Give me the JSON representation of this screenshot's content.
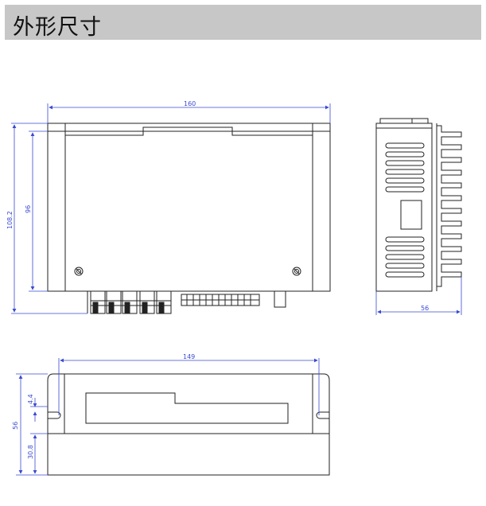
{
  "header": {
    "title": "外形尺寸"
  },
  "dimensions": {
    "front_width": "160",
    "front_height_total": "108.2",
    "front_height_body": "96",
    "side_depth": "56",
    "bottom_hole_spacing": "149",
    "bottom_height": "56",
    "bottom_slot_offset": "4.4",
    "bottom_base_height": "30.8"
  },
  "colors": {
    "header_bg": "#c7c7c7",
    "dimension_line": "#3a4ad0",
    "outline": "#222222"
  }
}
